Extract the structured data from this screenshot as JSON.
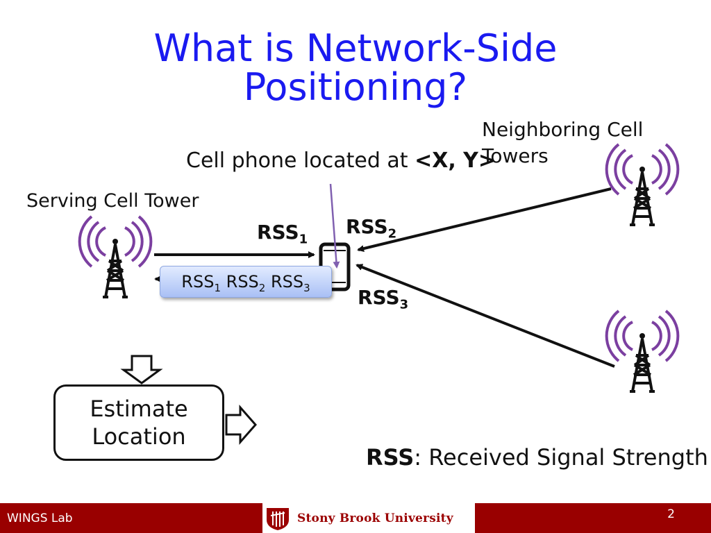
{
  "title": {
    "line1": "What is Network-Side",
    "line2": "Positioning?"
  },
  "labels": {
    "neighboring_line1": "Neighboring Cell",
    "neighboring_line2": "Towers",
    "cell_phone_prefix": "Cell phone located at ",
    "cell_phone_coords": "<X, Y>",
    "serving_tower": "Serving Cell Tower"
  },
  "rss": {
    "base": "RSS",
    "rss1_sub": "1",
    "rss2_sub": "2",
    "rss3_sub": "3"
  },
  "report_message": {
    "items": [
      {
        "base": "RSS",
        "sub": "1"
      },
      {
        "base": "RSS",
        "sub": "2"
      },
      {
        "base": "RSS",
        "sub": "3"
      }
    ]
  },
  "estimate_box": {
    "line1": "Estimate",
    "line2": "Location"
  },
  "legend": {
    "term": "RSS",
    "definition": ": Received Signal Strength"
  },
  "footer": {
    "left": "WINGS Lab",
    "logo_text": "Stony Brook University",
    "page_number": "2"
  },
  "colors": {
    "title": "#1a1af0",
    "signal_arcs": "#7b3fa0",
    "footer_bg": "#990000",
    "pointer_line": "#8060b0"
  }
}
